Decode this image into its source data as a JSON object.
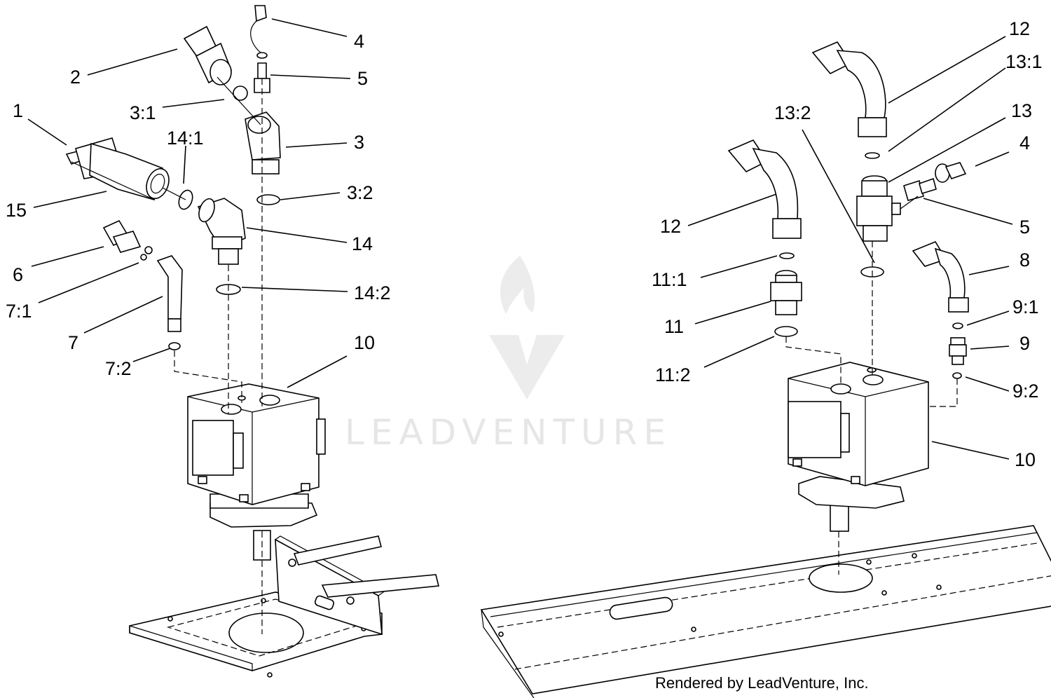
{
  "watermark": {
    "text": "LEADVENTURE"
  },
  "credit": "Rendered by LeadVenture, Inc.",
  "callouts": {
    "c1": "1",
    "c2": "2",
    "c3_1": "3:1",
    "c14_1": "14:1",
    "c15": "15",
    "c6": "6",
    "c7_1": "7:1",
    "c7": "7",
    "c7_2": "7:2",
    "c4a": "4",
    "c5a": "5",
    "c3": "3",
    "c3_2": "3:2",
    "c14": "14",
    "c14_2": "14:2",
    "c10a": "10",
    "c12a": "12",
    "c13_1": "13:1",
    "c13": "13",
    "c4b": "4",
    "c13_2": "13:2",
    "c12b": "12",
    "c5b": "5",
    "c8": "8",
    "c11_1": "11:1",
    "c9_1": "9:1",
    "c11": "11",
    "c9": "9",
    "c11_2": "11:2",
    "c9_2": "9:2",
    "c10b": "10"
  }
}
